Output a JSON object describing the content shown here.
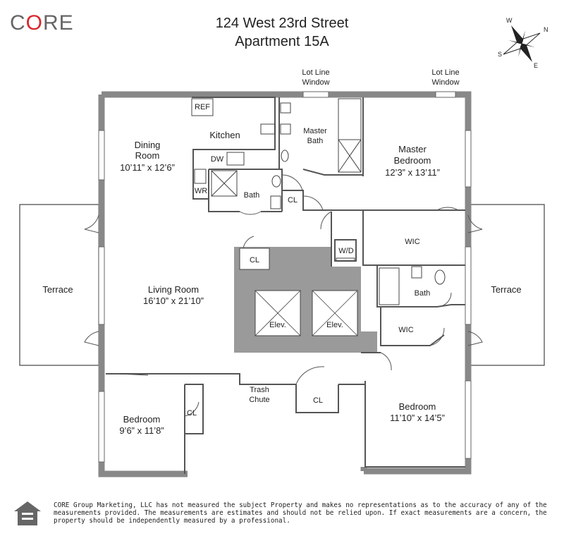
{
  "brand": {
    "pre": "C",
    "accent": "O",
    "post": "RE",
    "accent_color": "#d9262c"
  },
  "title": {
    "line1": "124 West 23rd Street",
    "line2": "Apartment 15A"
  },
  "compass": {
    "n": "N",
    "e": "E",
    "s": "S",
    "w": "W"
  },
  "labels": {
    "lot_line_window_a": {
      "line1": "Lot Line",
      "line2": "Window"
    },
    "lot_line_window_b": {
      "line1": "Lot Line",
      "line2": "Window"
    },
    "ref": "REF",
    "kitchen": "Kitchen",
    "dw": "DW",
    "wr": "WR",
    "dining": {
      "line1": "Dining",
      "line2": "Room",
      "dim": "10’11” x 12’6”"
    },
    "master_bath": {
      "line1": "Master",
      "line2": "Bath"
    },
    "master_bedroom": {
      "line1": "Master",
      "line2": "Bedroom",
      "dim": "12’3” x 13’11”"
    },
    "bath_a": "Bath",
    "cl_a": "CL",
    "cl_b": "CL",
    "cl_c": "CL",
    "cl_d": "CL",
    "wd": "W/D",
    "wic_a": "WIC",
    "wic_b": "WIC",
    "bath_b": "Bath",
    "terrace_left": "Terrace",
    "terrace_right": "Terrace",
    "living": {
      "line1": "Living Room",
      "dim": "16’10” x 21’10”"
    },
    "elev_a": "Elev.",
    "elev_b": "Elev.",
    "trash": {
      "line1": "Trash",
      "line2": "Chute"
    },
    "bedroom_small": {
      "line1": "Bedroom",
      "dim": "9’6” x 11’8”"
    },
    "bedroom_large": {
      "line1": "Bedroom",
      "dim": "11’10” x 14’5”"
    }
  },
  "disclaimer": {
    "line1": "CORE Group Marketing, LLC has not measured the subject Property and makes no representations as to the accuracy of any of the",
    "line2": "measurements provided. The measurements are estimates and should not be relied upon. If exact measurements are a concern, the",
    "line3": "property should be independently measured by a professional."
  }
}
